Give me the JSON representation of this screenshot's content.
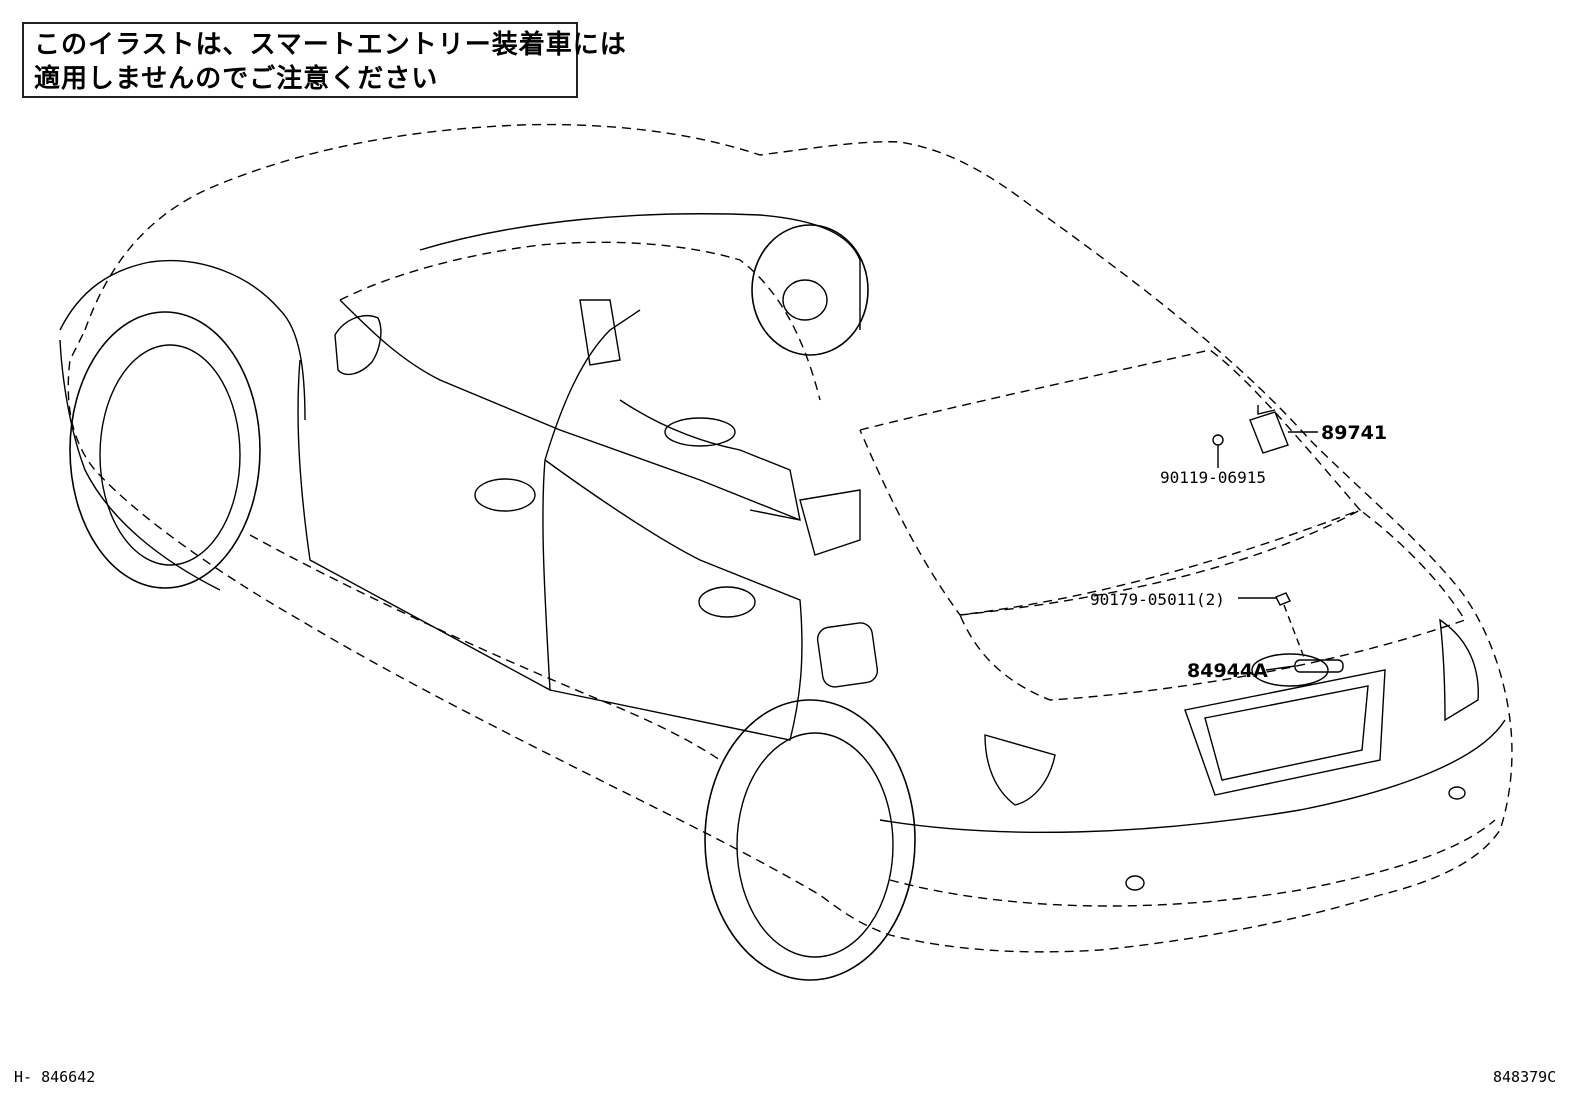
{
  "notice": {
    "line1": "このイラストは、スマートエントリー装着車には",
    "line2": "適用しませんのでご注意ください"
  },
  "callouts": {
    "p89741": "89741",
    "p90119": "90119-06915",
    "p90179": "90179-05011(2)",
    "p84944": "84944A"
  },
  "footer": {
    "left_code": "H- 846642",
    "right_code": "848379C"
  }
}
